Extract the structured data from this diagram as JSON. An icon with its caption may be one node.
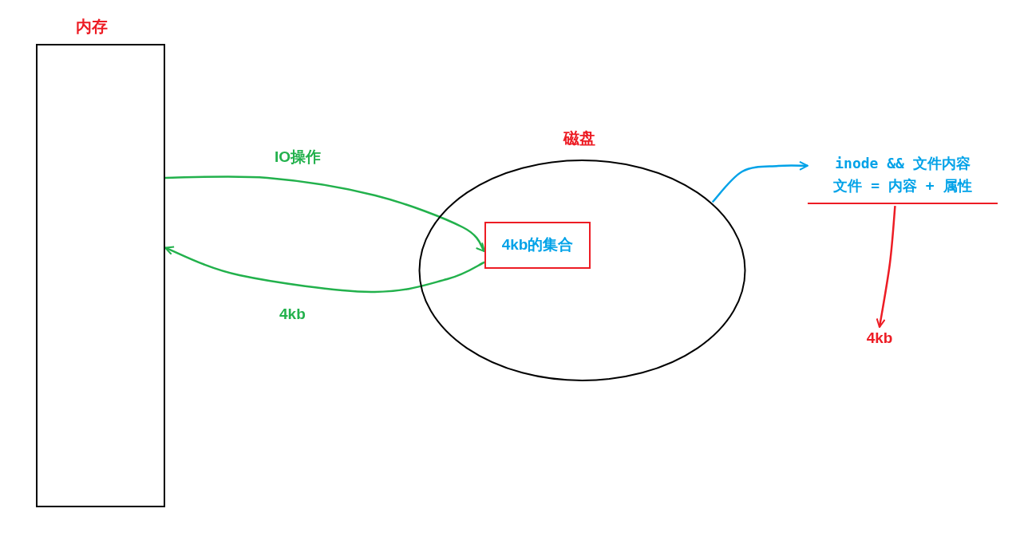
{
  "diagram": {
    "nodes": [
      {
        "text": [
          "内存"
        ]
      },
      {
        "text": [
          "磁盘"
        ]
      },
      {
        "text": [
          "4kb的集合"
        ],
        "in": 1
      },
      {
        "text": [
          "inode && 文件内容",
          "文件 = 内容 + 属性"
        ]
      },
      {
        "text": [
          "4kb"
        ]
      }
    ],
    "edges": [
      {
        "from": 0,
        "to": 2,
        "arrow": "to",
        "label": "IO操作",
        "color": "#22b14c"
      },
      {
        "from": 2,
        "to": 0,
        "arrow": "to",
        "label": "4kb",
        "color": "#22b14c"
      },
      {
        "from": 1,
        "to": 3,
        "arrow": "to",
        "color": "#00a2e8"
      },
      {
        "from": 3,
        "to": 4,
        "arrow": "to",
        "color": "#ed1c24"
      }
    ]
  }
}
